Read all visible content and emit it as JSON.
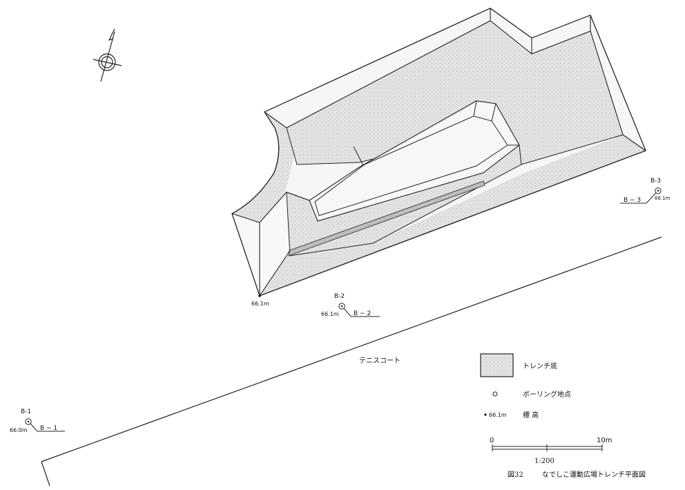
{
  "boring_points": [
    {
      "label": "B-1",
      "ref": "B − 1",
      "elevation": "66.0m"
    },
    {
      "label": "B-2",
      "ref": "B − 2",
      "elevation": "66.1m"
    },
    {
      "label": "B-3",
      "ref": "B − 3",
      "elevation": "66.1m"
    }
  ],
  "corner_elevation": "66.1m",
  "area_label": "テニスコート",
  "legend": {
    "trench_bottom": "トレンチ底",
    "boring_point": "ボーリング地点",
    "elevation_sample": "66.1m",
    "elevation_label": "標 高"
  },
  "scale_bar": {
    "start": "0",
    "end": "10m",
    "ratio": "1:200"
  },
  "caption": {
    "number": "図32",
    "title": "なでしこ運動広場トレンチ平面図"
  },
  "colors": {
    "line": "#222222",
    "trench_fill": "#dcdcdc",
    "paper": "#ffffff"
  },
  "icons": {
    "north_arrow": "north-arrow-icon"
  }
}
